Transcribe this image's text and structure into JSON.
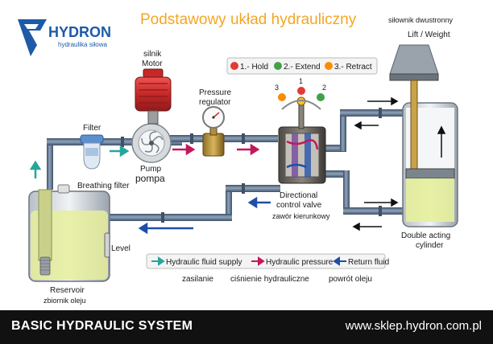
{
  "title": "Podstawowy układ hydrauliczny",
  "logo": {
    "name": "HYDRON",
    "tagline": "hydraulika siłowa"
  },
  "labels": {
    "motor_pl": "silnik",
    "motor_en": "Motor",
    "pressure_regulator_line1": "Pressure",
    "pressure_regulator_line2": "regulator",
    "filter": "Filter",
    "pump_en": "Pump",
    "pump_pl": "pompa",
    "breathing_filter": "Breathing filter",
    "level": "Level",
    "reservoir_en": "Reservoir",
    "reservoir_pl": "zbiornik oleju",
    "valve_line1": "Directional",
    "valve_line2": "control valve",
    "valve_pl": "zawór kierunkowy",
    "cylinder_pl": "siłownik dwustronny",
    "lift": "Lift / Weight",
    "cylinder_line1": "Double acting",
    "cylinder_line2": "cylinder",
    "pos_3": "3",
    "pos_1": "1",
    "pos_2": "2"
  },
  "valve_legend": [
    {
      "text": "1.- Hold",
      "color": "#e53935"
    },
    {
      "text": "2.- Extend",
      "color": "#43a047"
    },
    {
      "text": "3.- Retract",
      "color": "#fb8c00"
    }
  ],
  "flow_legend": [
    {
      "text": "Hydraulic fluid supply",
      "sub": "zasilanie",
      "color": "#26a69a"
    },
    {
      "text": "Hydraulic pressure",
      "sub": "ciśnienie hydrauliczne",
      "color": "#c2185b"
    },
    {
      "text": "Return fluid",
      "sub": "powrót oleju",
      "color": "#1e4fa8"
    }
  ],
  "footer": {
    "left": "BASIC HYDRAULIC SYSTEM",
    "right": "www.sklep.hydron.com.pl"
  },
  "colors": {
    "pipe": "#5b6f86",
    "oil": "#e6ef9c",
    "motor": "#d32f2f",
    "title": "#f5a623",
    "brand": "#1e5aa8"
  }
}
